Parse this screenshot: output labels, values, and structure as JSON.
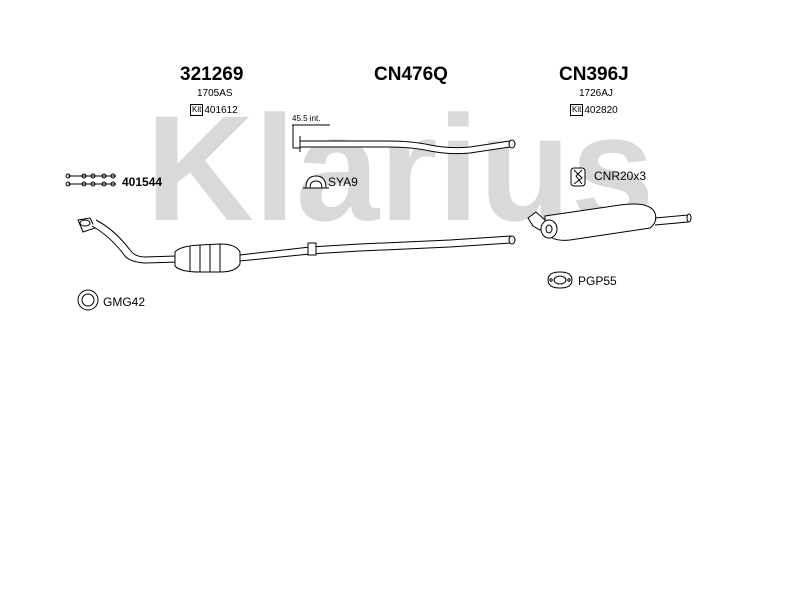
{
  "watermark": {
    "text": "Klarius",
    "color": "#d9d9d9"
  },
  "headers": [
    {
      "part": "321269",
      "code": "1705AS",
      "kit": "401612"
    },
    {
      "part": "CN476Q"
    },
    {
      "part": "CN396J",
      "code": "1726AJ",
      "kit": "402820"
    }
  ],
  "kit_label": "Kit",
  "annotations": {
    "pipe_length": "45.5 int.",
    "bolts": "401544",
    "clamp": "SYA9",
    "hangers": "CNR20x3",
    "gasket": "PGP55",
    "ring": "GMG42"
  }
}
